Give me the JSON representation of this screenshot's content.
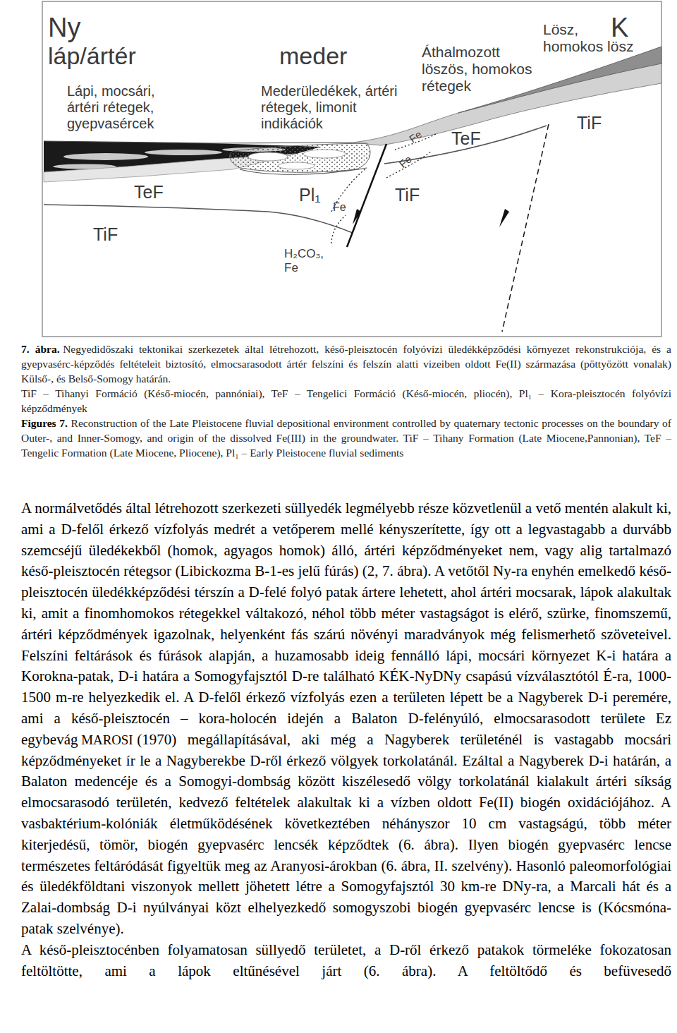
{
  "diagram": {
    "caption": "Negyedidőszaki tektonikai szerkezetek által létrehozott, késő-pleisztocén folyóvízi üledékképződési környezet rekonstrukciója, és a gyepvasérc-képződés feltételeit biztosító, elmocsarasodott ártér felszíni és felszín alatti vizeiben oldott Fe(II) származása (pöttyözött vonalak) Külső-, és Belső-Somogy határán.",
    "labels": [
      "Ny",
      "láp/ártér",
      "meder",
      "K",
      "Lösz, homokos lösz",
      "Áthalmozott löszös, homokos rétegek",
      "Lápi, mocsári, ártéri rétegek, gyepvasércek",
      "Mederüledékek, ártéri rétegek, limonit indikációk",
      "TeF",
      "TiF",
      "TeF",
      "TiF",
      "Pl₁",
      "Fe",
      "TiF",
      "Fe",
      "Fe",
      "H₂CO₃, Fe",
      "7. ábra.",
      "TiF – Tihanyi Formáció (Késő-miocén, pannóniai), TeF – Tengelici Formáció (Késő-miocén, pliocén), Pl₁ – Kora-pleisztocén folyóvízi képződmények",
      "Figures 7.",
      "Reconstruction of the Late Pleistocene fluvial depositional environment controlled by quaternary tectonic processes on the boundary of Outer-, and Inner-Somogy, and origin of the dissolved Fe(III) in the groundwater. TiF – Tihany Formation (Late Miocene,Pannonian), TeF – Tengelic Formation (Late Miocene, Pliocene), Pl₁ – Early Pleistocene fluvial sediments",
      "A normálvetődés által létrehozott szerkezeti süllyedék legmélyebb része közvetlenül a vető mentén alakult ki, ami a D-felől érkező vízfolyás medrét a vetőperem mellé kényszerítette, így ott a legvastagabb a durvább szemcséjű üledékekből (homok, agyagos homok) álló, ártéri képződményeket nem, vagy alig tartalmazó késő-pleisztocén rétegsor (Libickozma B-1-es jelű fúrás) (2, 7. ábra). A vetőtől Ny-ra enyhén emelkedő késő-pleisztocén üledékképződési térszín a D-felé folyó patak ártere lehetett, ahol ártéri mocsarak, lápok alakultak ki, amit a finomhomokos rétegekkel váltakozó, néhol több méter vastagságot is elérő, szürke, finomszemű, ártéri képződmények igazolnak, helyenként fás szárú növényi maradványok még felismerhető szöveteivel. Felszíni feltárások és fúrások alapján, a huzamosabb ideig fennálló lápi, mocsári környezet K-i határa a Korokna-patak, D-i határa a Somogyfajsztól D-re található KÉK-NyDNy csapású vízválasztótól É-ra, 1000-1500 m-re helyezkedik el. A D-felől érkező vízfolyás ezen a területen lépett be a Nagyberek D-i peremére, ami a késő-pleisztocén – kora-holocén idején a Balaton D-felényúló, elmocsarasodott területe  Ez egybevág",
      "MAROSI",
      "(1970) megállapításával, aki még a Nagyberek területénél is vastagabb mocsári képződményeket ír le a Nagyberekbe D-ről érkező völgyek torkolatánál. Ezáltal a Nagyberek D-i határán, a Balaton medencéje és a Somogyi-dombság között kiszélesedő völgy torkolatánál kialakult ártéri síkság elmocsarasodó területén, kedvező feltételek alakultak ki a vízben oldott Fe(II) biogén oxidációjához. A vasbaktérium-kolóniák életműködésének következtében néhányszor 10 cm vastagságú, több méter kiterjedésű, tömör, biogén gyepvasérc lencsék képződtek (6. ábra). Ilyen biogén gyepvasérc lencse természetes feltáródását figyeltük meg az Aranyosi-árokban (6. ábra, II. szelvény). Hasonló paleomorfológiai és üledékföldtani viszonyok mellett jöhetett létre a Somogyfajsztól 30 km-re DNy-ra, a Marcali hát és a Zalai-dombság D-i nyúlványai közt elhelyezkedő somogyszobi biogén gyepvasérc lencse is (Kócsmóna-patak szelvénye).",
      "A késő-pleisztocénben folyamatosan süllyedő területet, a D-ről érkező patakok törmeléke fokozatosan feltöltötte, ami a lápok eltűnésével járt (6. ábra). A feltöltődő és befüvesedő"
    ]
  }
}
